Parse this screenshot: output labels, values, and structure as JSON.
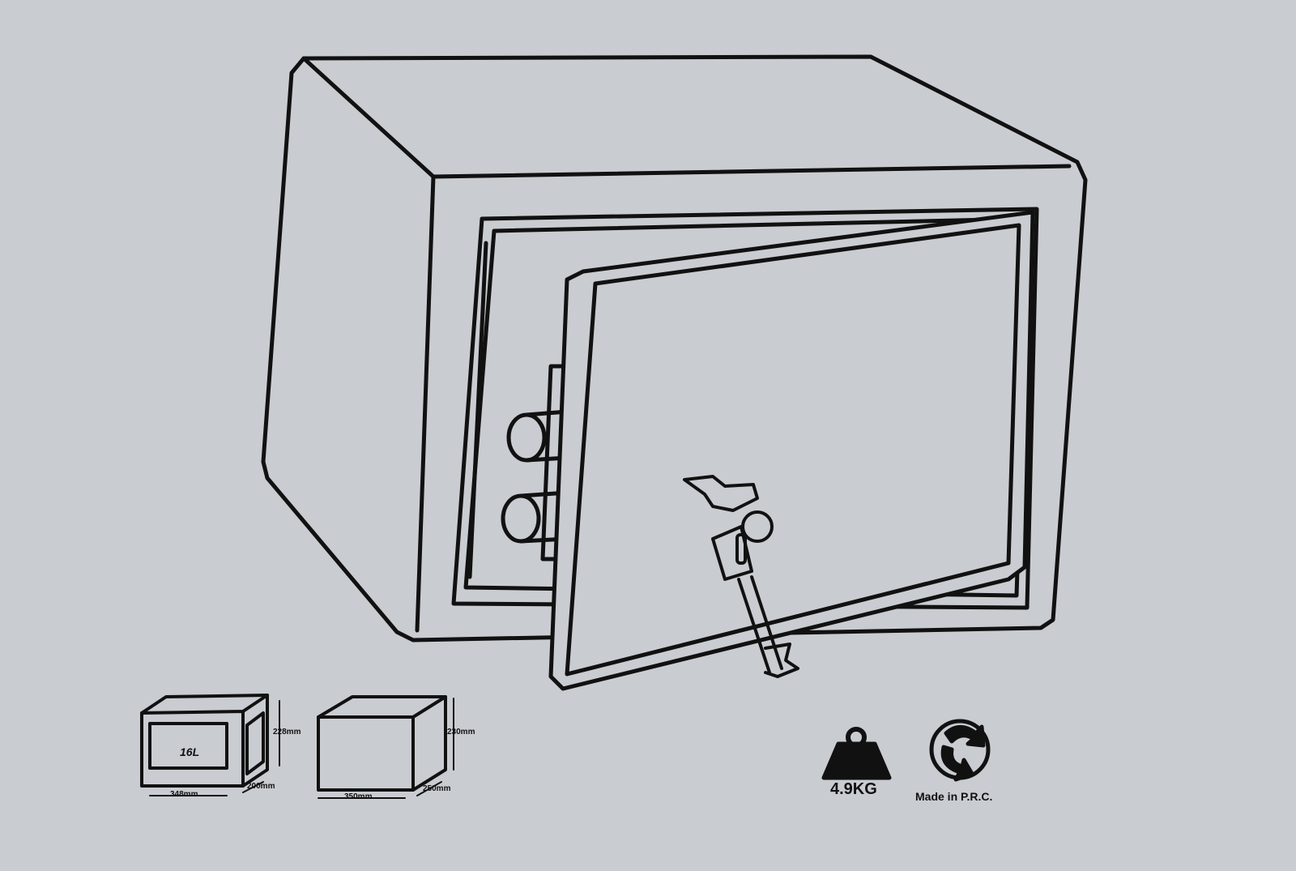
{
  "specs": {
    "capacity": "16L",
    "inner_height": "228mm",
    "inner_width": "348mm",
    "inner_depth": "200mm",
    "outer_height": "230mm",
    "outer_width": "350mm",
    "outer_depth": "250mm"
  },
  "weight": "4.9KG",
  "origin": "Made in P.R.C.",
  "colors": {
    "background": "#c9ccd1",
    "line": "#111111"
  }
}
